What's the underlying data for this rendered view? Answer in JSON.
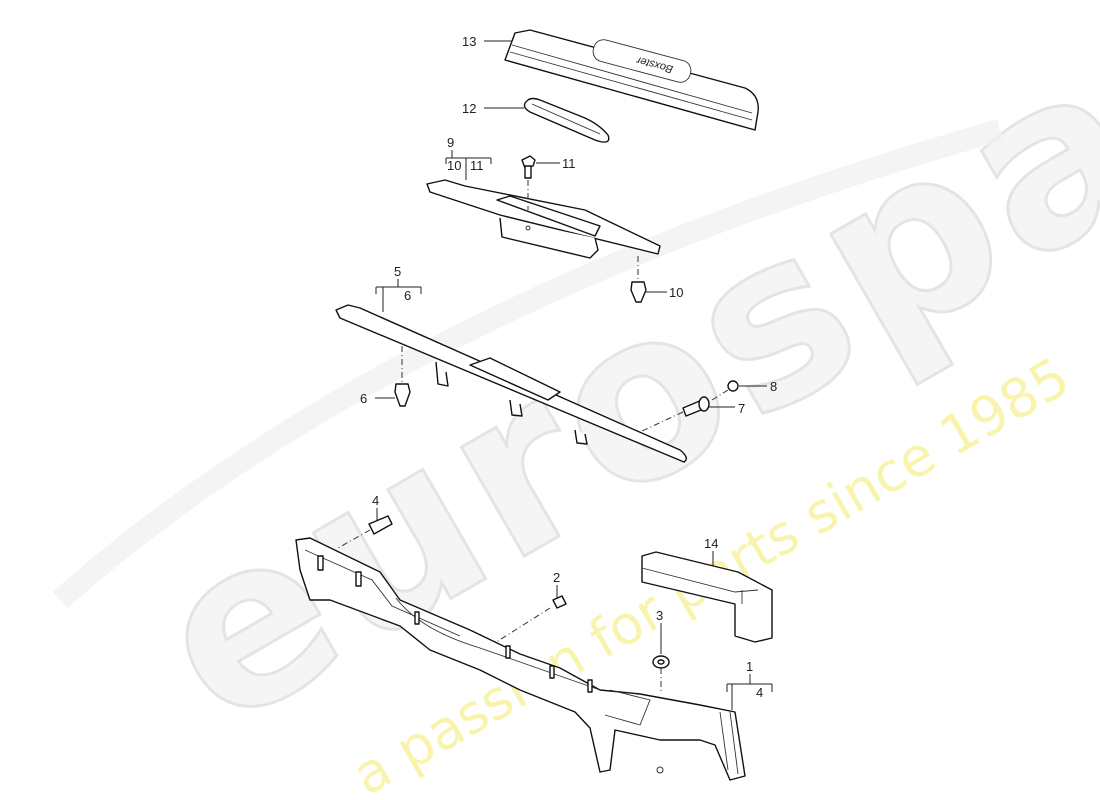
{
  "diagram": {
    "type": "exploded-parts-diagram",
    "watermark": {
      "brand": "eurospares",
      "tagline": "a passion for parts since 1985",
      "brand_color": "#e8e8e8",
      "tagline_color": "#f7f3a0"
    },
    "part_label_text": "Boxster",
    "callouts": [
      {
        "id": "13",
        "label": "13"
      },
      {
        "id": "12",
        "label": "12"
      },
      {
        "id": "9",
        "label": "9",
        "sub": [
          "10",
          "11"
        ]
      },
      {
        "id": "11",
        "label": "11"
      },
      {
        "id": "10",
        "label": "10"
      },
      {
        "id": "5",
        "label": "5",
        "sub": [
          "6"
        ]
      },
      {
        "id": "6",
        "label": "6"
      },
      {
        "id": "8",
        "label": "8"
      },
      {
        "id": "7",
        "label": "7"
      },
      {
        "id": "4",
        "label": "4"
      },
      {
        "id": "2",
        "label": "2"
      },
      {
        "id": "14",
        "label": "14"
      },
      {
        "id": "3",
        "label": "3"
      },
      {
        "id": "1",
        "label": "1",
        "sub": [
          "4"
        ]
      }
    ]
  }
}
